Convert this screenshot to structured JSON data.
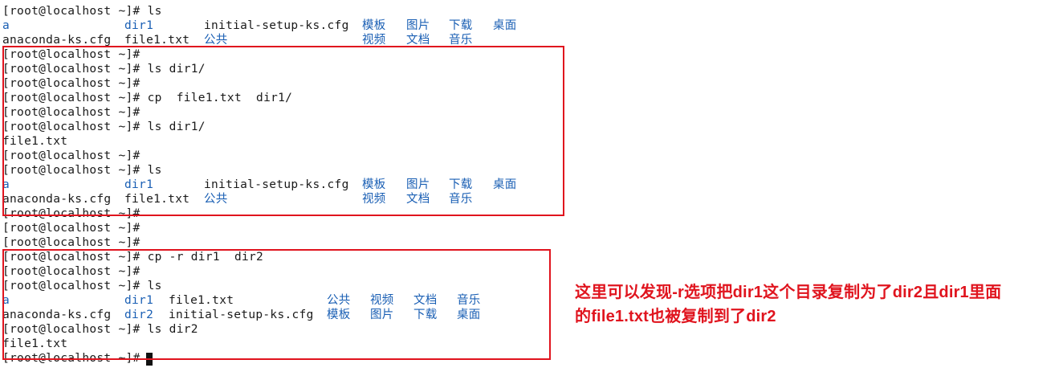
{
  "terminal": {
    "prompt": "[root@localhost ~]# ",
    "lines": [
      {
        "prompt": true,
        "cmd": "ls"
      },
      {
        "segs": [
          {
            "t": "a",
            "c": "blue"
          },
          {
            "t": "dir1",
            "c": "blue"
          },
          {
            "t": "initial-setup-ks.cfg",
            "c": ""
          },
          {
            "t": "模板",
            "c": "blue"
          },
          {
            "t": "图片",
            "c": "blue"
          },
          {
            "t": "下载",
            "c": "blue"
          },
          {
            "t": "桌面",
            "c": "blue"
          }
        ]
      },
      {
        "segs": [
          {
            "t": "anaconda-ks.cfg",
            "c": ""
          },
          {
            "t": "file1.txt",
            "c": ""
          },
          {
            "t": "公共",
            "c": "blue"
          },
          {
            "t": "视频",
            "c": "blue"
          },
          {
            "t": "文档",
            "c": "blue"
          },
          {
            "t": "音乐",
            "c": "blue"
          }
        ]
      },
      {
        "prompt": true,
        "cmd": ""
      },
      {
        "prompt": true,
        "cmd": "ls dir1/"
      },
      {
        "prompt": true,
        "cmd": ""
      },
      {
        "prompt": true,
        "cmd": "cp  file1.txt  dir1/"
      },
      {
        "prompt": true,
        "cmd": ""
      },
      {
        "prompt": true,
        "cmd": "ls dir1/"
      },
      {
        "segs": [
          {
            "t": "file1.txt",
            "c": ""
          }
        ]
      },
      {
        "prompt": true,
        "cmd": ""
      },
      {
        "prompt": true,
        "cmd": "ls"
      },
      {
        "segs": [
          {
            "t": "a",
            "c": "blue"
          },
          {
            "t": "dir1",
            "c": "blue"
          },
          {
            "t": "initial-setup-ks.cfg",
            "c": ""
          },
          {
            "t": "模板",
            "c": "blue"
          },
          {
            "t": "图片",
            "c": "blue"
          },
          {
            "t": "下载",
            "c": "blue"
          },
          {
            "t": "桌面",
            "c": "blue"
          }
        ]
      },
      {
        "segs": [
          {
            "t": "anaconda-ks.cfg",
            "c": ""
          },
          {
            "t": "file1.txt",
            "c": ""
          },
          {
            "t": "公共",
            "c": "blue"
          },
          {
            "t": "视频",
            "c": "blue"
          },
          {
            "t": "文档",
            "c": "blue"
          },
          {
            "t": "音乐",
            "c": "blue"
          }
        ]
      },
      {
        "prompt": true,
        "cmd": ""
      },
      {
        "prompt": true,
        "cmd": ""
      },
      {
        "prompt": true,
        "cmd": ""
      },
      {
        "prompt": true,
        "cmd": "cp -r dir1  dir2"
      },
      {
        "prompt": true,
        "cmd": ""
      },
      {
        "prompt": true,
        "cmd": "ls"
      },
      {
        "segs": [
          {
            "t": "a",
            "c": "blue"
          },
          {
            "t": "dir1",
            "c": "blue"
          },
          {
            "t": "file1.txt",
            "c": ""
          },
          {
            "t": "公共",
            "c": "blue"
          },
          {
            "t": "视频",
            "c": "blue"
          },
          {
            "t": "文档",
            "c": "blue"
          },
          {
            "t": "音乐",
            "c": "blue"
          }
        ]
      },
      {
        "segs": [
          {
            "t": "anaconda-ks.cfg",
            "c": ""
          },
          {
            "t": "dir2",
            "c": "blue"
          },
          {
            "t": "initial-setup-ks.cfg",
            "c": ""
          },
          {
            "t": "模板",
            "c": "blue"
          },
          {
            "t": "图片",
            "c": "blue"
          },
          {
            "t": "下载",
            "c": "blue"
          },
          {
            "t": "桌面",
            "c": "blue"
          }
        ]
      },
      {
        "prompt": true,
        "cmd": "ls dir2"
      },
      {
        "segs": [
          {
            "t": "file1.txt",
            "c": ""
          }
        ]
      },
      {
        "prompt": true,
        "cmd": "",
        "cursor": true
      }
    ]
  },
  "annotation": {
    "line1": "这里可以发现-r选项把dir1这个目录复制为了dir2且dir1里面",
    "line2": "的file1.txt也被复制到了dir2"
  },
  "colors": {
    "directory": "#1a5fb4",
    "highlight_box": "#e0141e",
    "annotation_text": "#e0141e"
  }
}
